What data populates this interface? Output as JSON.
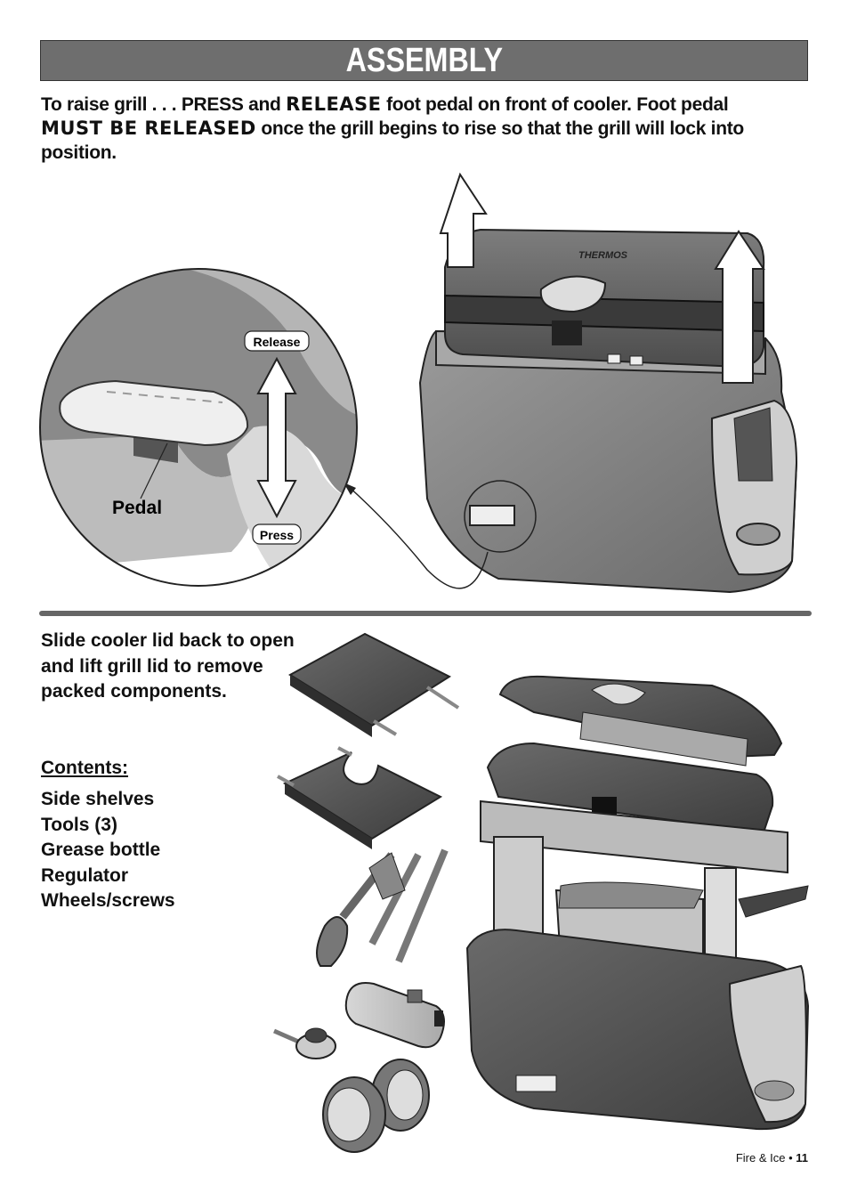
{
  "header": {
    "title": "ASSEMBLY"
  },
  "intro": {
    "part1": "To raise grill . . . PRESS and ",
    "release_word": "RELEASE",
    "part2": " foot pedal on front of cooler. Foot pedal ",
    "must_be_released": "MUST BE RELEASED",
    "part3": " once the grill begins to rise so that the grill will lock into position."
  },
  "figure1": {
    "labels": {
      "release": "Release",
      "press": "Press",
      "pedal": "Pedal"
    },
    "brand_mark": "THERMOS"
  },
  "section2": {
    "instruction": "Slide cooler lid back to open and lift grill lid to remove packed components.",
    "contents_heading": "Contents:",
    "contents": [
      "Side shelves",
      "Tools (3)",
      "Grease bottle",
      "Regulator",
      "Wheels/screws"
    ]
  },
  "footer": {
    "product": "Fire & Ice • ",
    "page": "11"
  },
  "colors": {
    "title_bar": "#6e6e6e",
    "divider": "#666666"
  }
}
